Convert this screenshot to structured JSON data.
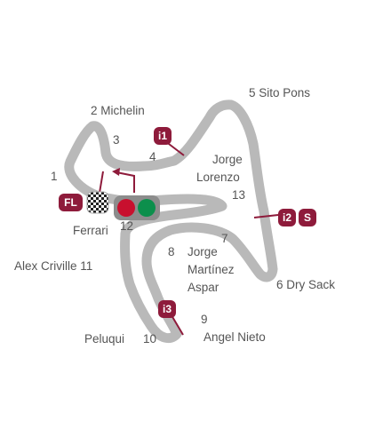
{
  "corners": {
    "c1": "1",
    "c2": "2 Michelin",
    "c3": "3",
    "c4": "4",
    "c5": "5 Sito Pons",
    "c6": "6 Dry Sack",
    "c7": "7",
    "c8": "8",
    "c9": "9",
    "c10": "10",
    "c11": "Alex Criville  11",
    "c12": "12",
    "c13": "13"
  },
  "named_areas": {
    "ferrari": "Ferrari",
    "lorenzo_1": "Jorge",
    "lorenzo_2": "Lorenzo",
    "martinez_1": "Jorge",
    "martinez_2": "Martínez",
    "martinez_3": "Aspar",
    "angel_nieto": "Angel Nieto",
    "peluqui": "Peluqui"
  },
  "badges": {
    "i1": "i1",
    "i2": "i2",
    "i3": "i3",
    "speed_trap": "S",
    "finish_line": "FL"
  },
  "colors": {
    "track": "#b9b9b9",
    "badge": "#8e1b3b",
    "light_red": "#c8102e",
    "light_green": "#0c8f4c",
    "text": "#555555"
  }
}
